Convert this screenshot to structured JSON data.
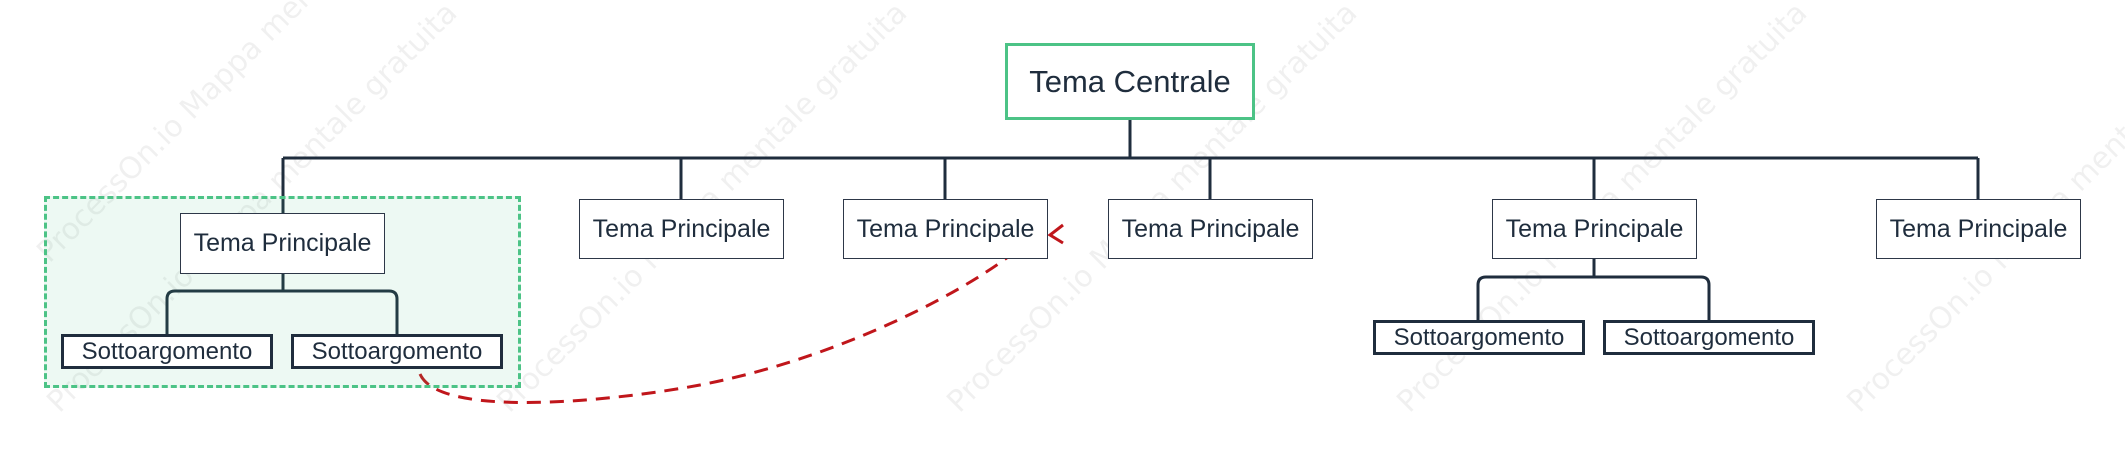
{
  "watermark_text": "ProcessOn.io Mappa mentale gratuita",
  "colors": {
    "central_border": "#4cc386",
    "branch_line": "#1f2d3d",
    "relation_line": "#c0161b",
    "group_fill": "#ebf8f1"
  },
  "central": {
    "label": "Tema Centrale"
  },
  "main_topics": [
    {
      "label": "Tema Principale",
      "subtopics": [
        "Sottoargomento",
        "Sottoargomento"
      ]
    },
    {
      "label": "Tema Principale",
      "subtopics": []
    },
    {
      "label": "Tema Principale",
      "subtopics": []
    },
    {
      "label": "Tema Principale",
      "subtopics": []
    },
    {
      "label": "Tema Principale",
      "subtopics": [
        "Sottoargomento",
        "Sottoargomento"
      ]
    },
    {
      "label": "Tema Principale",
      "subtopics": []
    }
  ]
}
